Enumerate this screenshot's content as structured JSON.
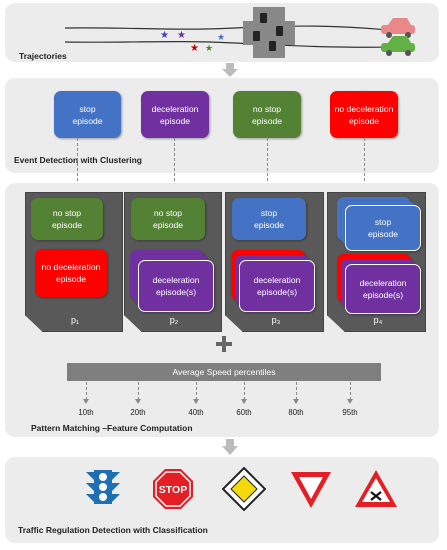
{
  "sections": {
    "trajectories": "Trajectories",
    "event_detection": "Event Detection with Clustering",
    "pattern_matching": "Pattern Matching –Feature Computation",
    "classification": "Traffic Regulation Detection with Classification"
  },
  "episodes_top": [
    {
      "label": "stop episode",
      "color": "#4472c4"
    },
    {
      "label": "deceleration episode",
      "color": "#7030a0"
    },
    {
      "label": "no stop episode",
      "color": "#548235"
    },
    {
      "label": "no deceleration episode",
      "color": "#ff0000"
    }
  ],
  "patterns": [
    {
      "name": "p₁",
      "top": "no stop episode",
      "bottom": "no deceleration episode"
    },
    {
      "name": "p₂",
      "top": "no stop episode",
      "bottom": "deceleration episode(s)"
    },
    {
      "name": "p₃",
      "top": "stop episode",
      "bottom": "deceleration episode(s)"
    },
    {
      "name": "p₄",
      "top": "stop episode",
      "bottom": "deceleration episode(s)"
    }
  ],
  "speed_bar": "Average Speed percentiles",
  "percentiles": [
    "10th",
    "20th",
    "40th",
    "60th",
    "80th",
    "95th"
  ],
  "signs": [
    "traffic-light-icon",
    "stop-sign-icon",
    "priority-road-sign-icon",
    "yield-sign-icon",
    "intersection-warning-sign-icon"
  ],
  "stop_sign_text": "STOP"
}
